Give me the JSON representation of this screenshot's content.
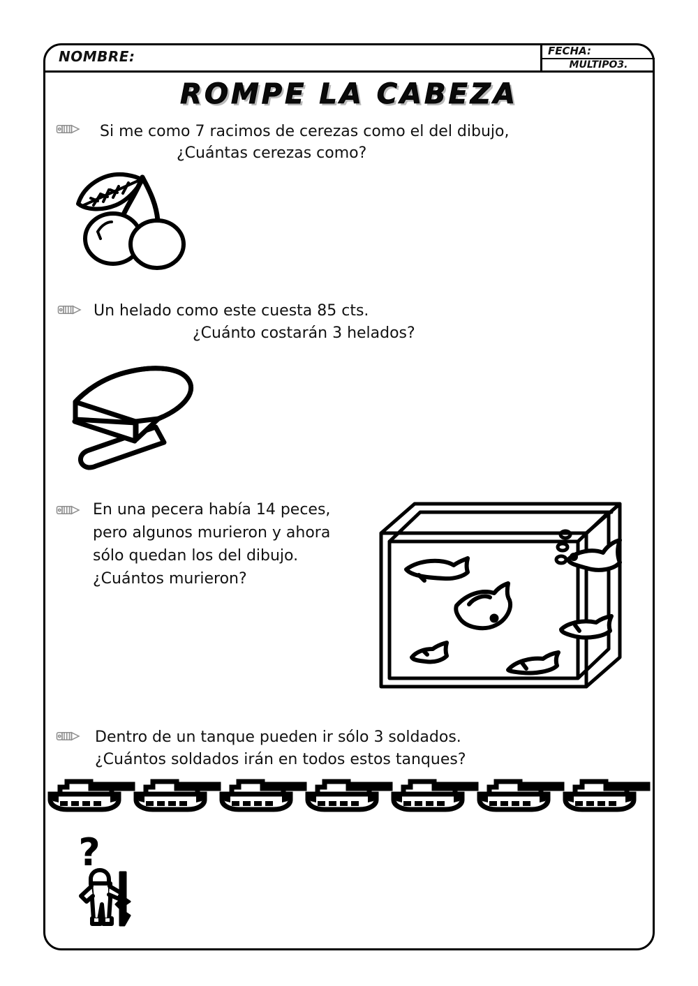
{
  "worksheet": {
    "header": {
      "name_label": "NOMBRE:",
      "date_label": "FECHA:",
      "code_label": "MULTIPO3."
    },
    "title": "ROMPE LA CABEZA",
    "questions": [
      {
        "id": "q1",
        "bullet_icon": "pencil-icon",
        "line1": "Si me como 7 racimos de cerezas como el del dibujo,",
        "line2": "¿Cuántas cerezas como?",
        "illustration": "cherries-drawing",
        "quantity_in_text": 7
      },
      {
        "id": "q2",
        "bullet_icon": "pencil-icon",
        "line1": "Un helado como este cuesta 85 cts.",
        "line2": "¿Cuánto costarán 3 helados?",
        "illustration": "popsicle-drawing",
        "price_cts": 85,
        "quantity_in_text": 3
      },
      {
        "id": "q3",
        "bullet_icon": "pencil-icon",
        "line1": "En una pecera había 14 peces,",
        "line2": "pero algunos murieron y ahora",
        "line3": "sólo quedan los del dibujo.",
        "line4": "¿Cuántos murieron?",
        "illustration": "fish-tank-drawing",
        "original_fish_count": 14,
        "fish_drawn": 6
      },
      {
        "id": "q4",
        "bullet_icon": "pencil-icon",
        "line1": "Dentro de un tanque pueden ir sólo 3 soldados.",
        "line2": "¿Cuántos soldados irán en todos estos tanques?",
        "illustration": "tanks-row",
        "soldiers_per_tank": 3,
        "tank_count": 7,
        "answer_prompt": "?",
        "soldier_icon": "soldier-with-rifle-icon"
      }
    ],
    "colors": {
      "ink": "#000000",
      "paper": "#ffffff",
      "pencil_icon": "#8a8a8a",
      "title_shadow": "#b9b9b9"
    }
  }
}
